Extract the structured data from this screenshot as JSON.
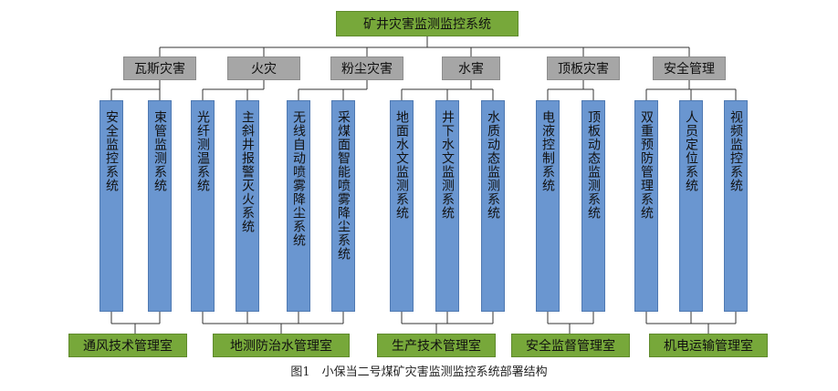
{
  "root": "矿井灾害监测监控系统",
  "categories": [
    "瓦斯灾害",
    "火灾",
    "粉尘灾害",
    "水害",
    "顶板灾害",
    "安全管理"
  ],
  "systems": [
    "安全监控系统",
    "束管监测系统",
    "光纤测温系统",
    "主斜井报警灭火系统",
    "无线自动喷雾降尘系统",
    "采煤面智能喷雾降尘系统",
    "地面水文监测系统",
    "井下水文监测系统",
    "水质动态监测系统",
    "电液控制系统",
    "顶板动态监测系统",
    "双重预防管理系统",
    "人员定位系统",
    "视频监控系统"
  ],
  "departments": [
    "通风技术管理室",
    "地测防治水管理室",
    "生产技术管理室",
    "安全监督管理室",
    "机电运输管理室"
  ],
  "caption": "图1　小保当二号煤矿灾害监测监控系统部署结构",
  "colors": {
    "root": "#77a83a",
    "category": "#a6a6a6",
    "system": "#6a96d0",
    "department": "#77a83a"
  }
}
